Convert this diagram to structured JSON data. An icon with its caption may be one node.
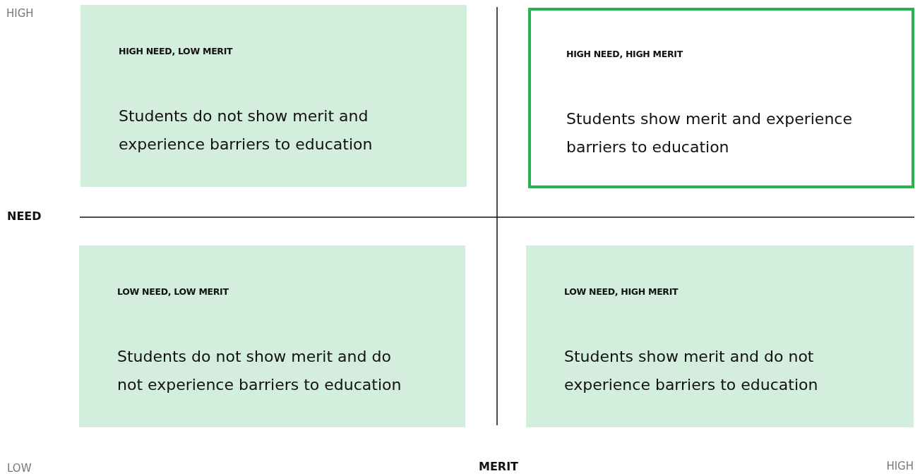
{
  "diagram": {
    "nodes": [
      {
        "text": [
          "HIGH NEED, LOW MERIT",
          "Students do not show merit and experience barriers to education"
        ]
      },
      {
        "text": [
          "HIGH NEED, HIGH MERIT",
          "Students show merit and experience barriers to education"
        ]
      },
      {
        "text": [
          "LOW NEED, LOW MERIT",
          "Students do not show merit and do not experience barriers to education"
        ]
      },
      {
        "text": [
          "LOW NEED, HIGH MERIT",
          "Students show merit and do not experience barriers to education"
        ]
      }
    ],
    "labels": [
      "HIGH",
      "NEED",
      "LOW",
      "MERIT",
      "HIGH"
    ]
  }
}
